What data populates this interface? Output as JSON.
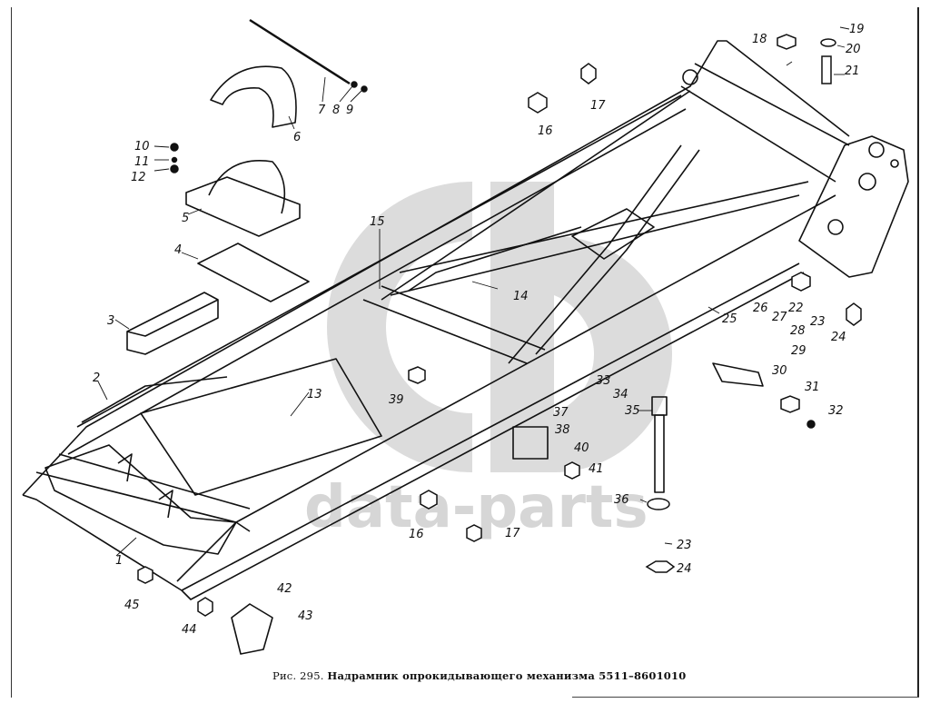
{
  "figure": {
    "caption_prefix": "Рис. 295.",
    "caption_title": "Надрамник опрокидывающего механизма 5511–8601010",
    "watermark_text": "data-parts",
    "watermark_logo": "dp-logo"
  },
  "callouts": [
    {
      "id": "c1",
      "text": "1"
    },
    {
      "id": "c2",
      "text": "2"
    },
    {
      "id": "c3",
      "text": "3"
    },
    {
      "id": "c4",
      "text": "4"
    },
    {
      "id": "c5",
      "text": "5"
    },
    {
      "id": "c6",
      "text": "6"
    },
    {
      "id": "c7",
      "text": "7"
    },
    {
      "id": "c8",
      "text": "8"
    },
    {
      "id": "c9",
      "text": "9"
    },
    {
      "id": "c10",
      "text": "10"
    },
    {
      "id": "c11",
      "text": "11"
    },
    {
      "id": "c12",
      "text": "12"
    },
    {
      "id": "c13",
      "text": "13"
    },
    {
      "id": "c14",
      "text": "14"
    },
    {
      "id": "c15",
      "text": "15"
    },
    {
      "id": "c16a",
      "text": "16"
    },
    {
      "id": "c17a",
      "text": "17"
    },
    {
      "id": "c18",
      "text": "18"
    },
    {
      "id": "c19",
      "text": "19"
    },
    {
      "id": "c20",
      "text": "20"
    },
    {
      "id": "c21",
      "text": "21"
    },
    {
      "id": "c22",
      "text": "22"
    },
    {
      "id": "c23a",
      "text": "23"
    },
    {
      "id": "c24a",
      "text": "24"
    },
    {
      "id": "c25",
      "text": "25"
    },
    {
      "id": "c26",
      "text": "26"
    },
    {
      "id": "c27",
      "text": "27"
    },
    {
      "id": "c28",
      "text": "28"
    },
    {
      "id": "c29",
      "text": "29"
    },
    {
      "id": "c30",
      "text": "30"
    },
    {
      "id": "c31",
      "text": "31"
    },
    {
      "id": "c32",
      "text": "32"
    },
    {
      "id": "c33",
      "text": "33"
    },
    {
      "id": "c34",
      "text": "34"
    },
    {
      "id": "c35",
      "text": "35"
    },
    {
      "id": "c36",
      "text": "36"
    },
    {
      "id": "c37",
      "text": "37"
    },
    {
      "id": "c38",
      "text": "38"
    },
    {
      "id": "c39",
      "text": "39"
    },
    {
      "id": "c40",
      "text": "40"
    },
    {
      "id": "c41",
      "text": "41"
    },
    {
      "id": "c16b",
      "text": "16"
    },
    {
      "id": "c17b",
      "text": "17"
    },
    {
      "id": "c23b",
      "text": "23"
    },
    {
      "id": "c24b",
      "text": "24"
    },
    {
      "id": "c42",
      "text": "42"
    },
    {
      "id": "c43",
      "text": "43"
    },
    {
      "id": "c44",
      "text": "44"
    },
    {
      "id": "c45",
      "text": "45"
    }
  ]
}
